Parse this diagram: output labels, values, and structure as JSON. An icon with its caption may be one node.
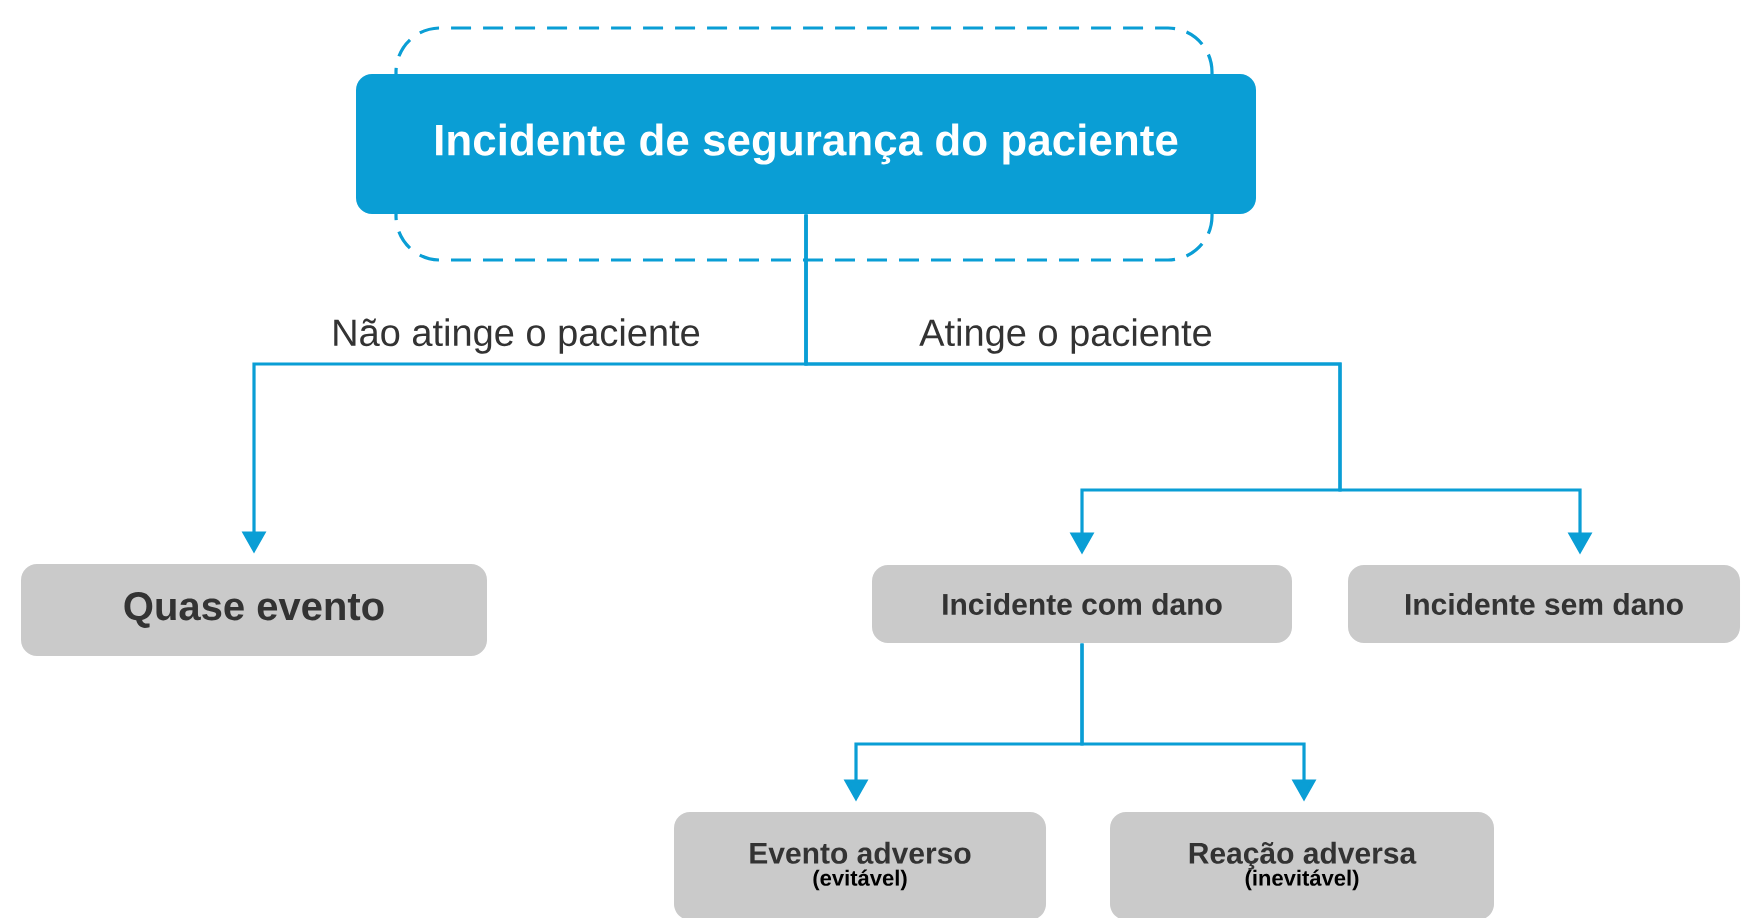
{
  "diagram": {
    "nodes": [
      {
        "text": [
          "Incidente de segurança do paciente"
        ]
      },
      {
        "text": [
          "Quase evento"
        ]
      },
      {
        "text": [
          "Incidente com dano"
        ]
      },
      {
        "text": [
          "Incidente sem dano"
        ]
      },
      {
        "text": [
          "Evento adverso",
          "(evitável)"
        ]
      },
      {
        "text": [
          "Reação adversa",
          "(inevitável)"
        ]
      }
    ],
    "edges": [
      {
        "from": 0,
        "to": 1,
        "arrow": "to",
        "label": "Não atinge o paciente"
      },
      {
        "from": 0,
        "to": 2,
        "arrow": "to",
        "label": "Atinge o paciente"
      },
      {
        "from": 0,
        "to": 3,
        "arrow": "to"
      },
      {
        "from": 2,
        "to": 4,
        "arrow": "to"
      },
      {
        "from": 2,
        "to": 5,
        "arrow": "to"
      }
    ]
  }
}
